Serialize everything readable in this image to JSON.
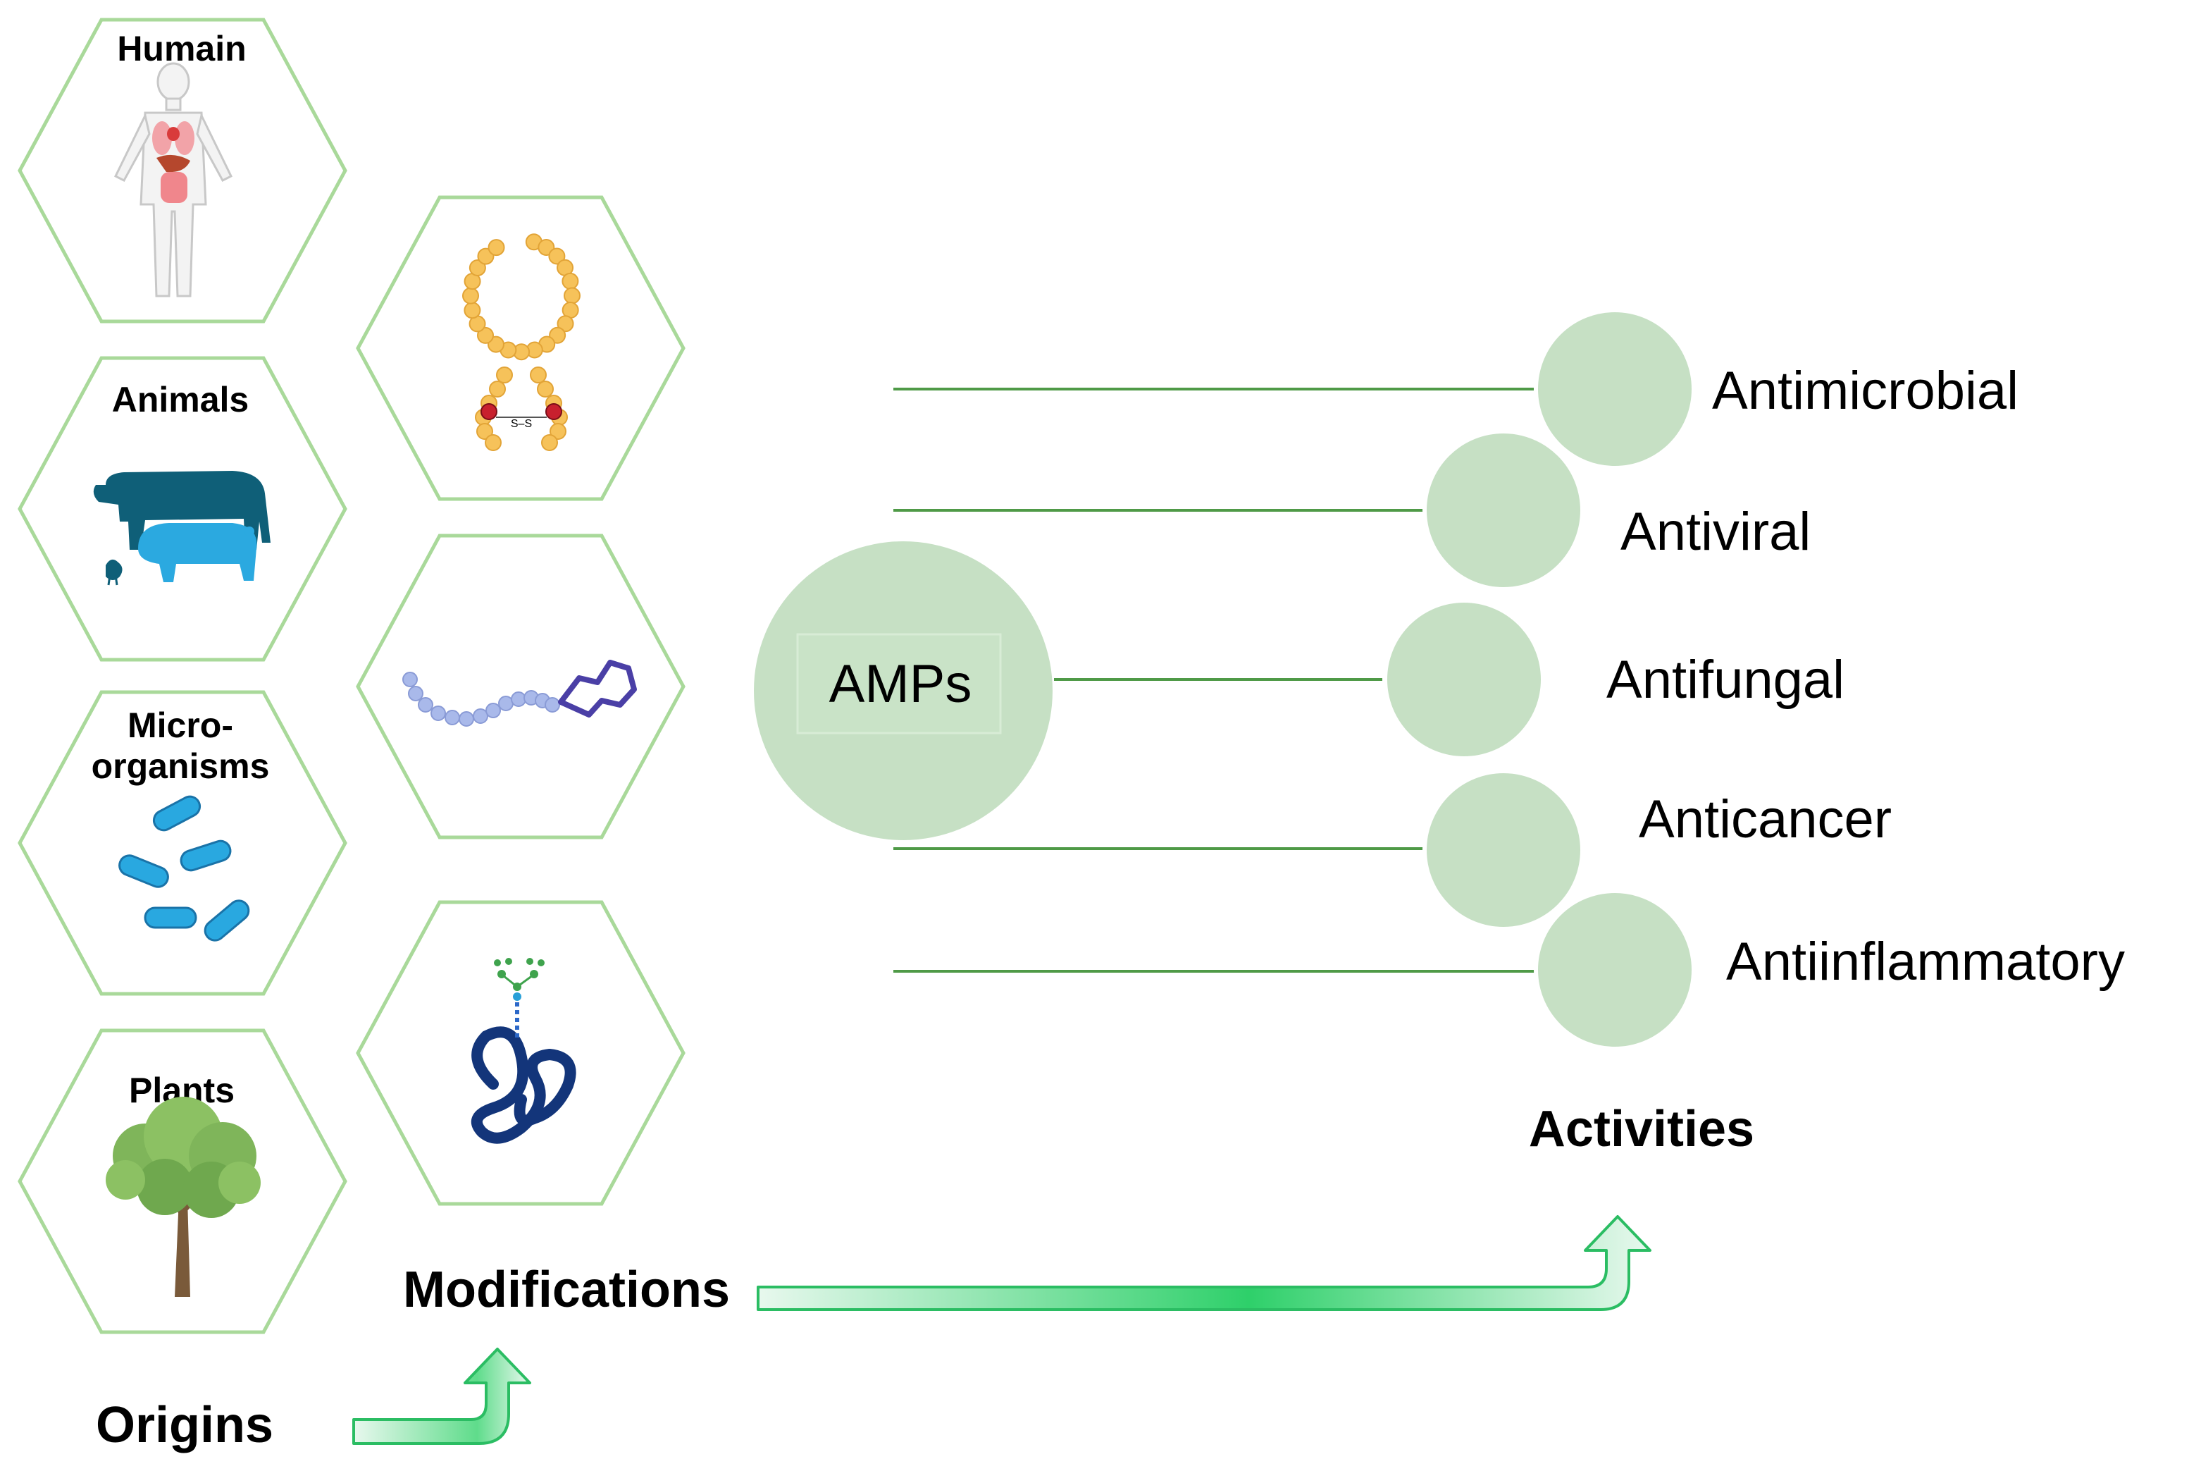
{
  "colors": {
    "hex_stroke": "#a9d99a",
    "circle_fill": "#c6e0c4",
    "line": "#4f9a47",
    "arrow_fill_light": "#e8f8ee",
    "arrow_fill_dark": "#2ed06a",
    "arrow_stroke": "#2bbd63"
  },
  "origins": {
    "title": "Origins",
    "items": [
      {
        "label": "Humain",
        "icon": "human-anatomy-icon"
      },
      {
        "label": "Animals",
        "icon": "farm-animals-icon"
      },
      {
        "label_line1": "Micro-",
        "label_line2": "organisms",
        "icon": "bacteria-icon"
      },
      {
        "label": "Plants",
        "icon": "tree-icon"
      }
    ]
  },
  "modifications": {
    "title": "Modifications",
    "items": [
      {
        "icon": "cyclic-peptide-disulfide-icon",
        "bond_label": "S–S"
      },
      {
        "icon": "lipidated-peptide-icon"
      },
      {
        "icon": "glycosylated-protein-icon"
      }
    ]
  },
  "center": {
    "label": "AMPs"
  },
  "activities": {
    "title": "Activities",
    "items": [
      {
        "label": "Antimicrobial"
      },
      {
        "label": "Antiviral"
      },
      {
        "label": "Antifungal"
      },
      {
        "label": "Anticancer"
      },
      {
        "label": "Antiinflammatory"
      }
    ]
  }
}
